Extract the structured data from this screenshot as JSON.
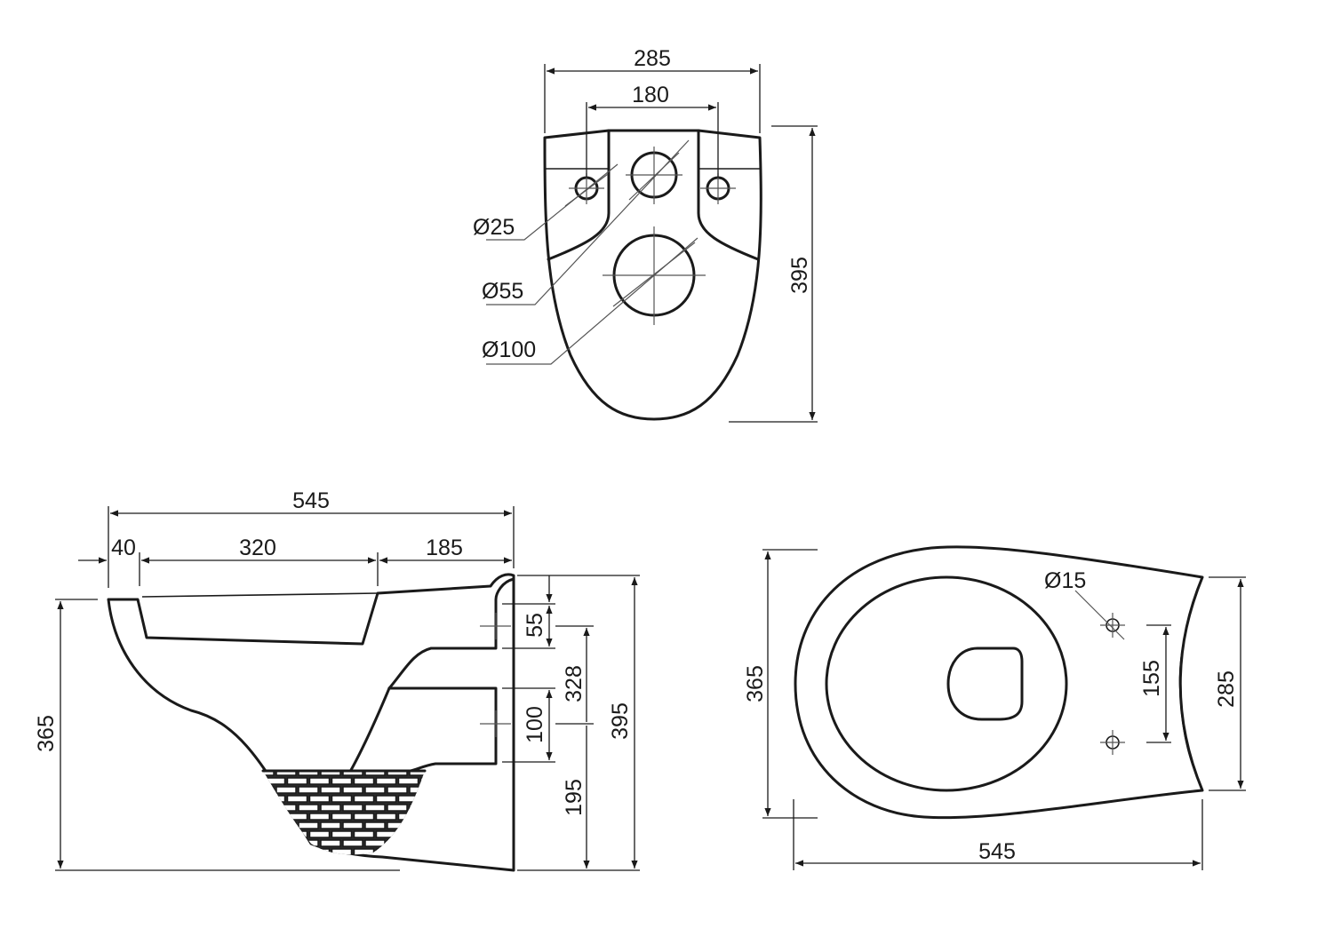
{
  "front_view": {
    "width_overall": "285",
    "fixing_spacing": "180",
    "height": "395",
    "fixing_hole_dia": "Ø25",
    "inlet_dia": "Ø55",
    "outlet_dia": "Ø100"
  },
  "side_view": {
    "length_overall": "545",
    "seg_left": "40",
    "seg_mid": "320",
    "seg_right": "185",
    "height_left": "365",
    "height_right": "395",
    "inlet_height": "55",
    "outlet_height": "100",
    "outlet_center_height": "328",
    "floor_to_outlet": "195"
  },
  "top_view": {
    "length": "545",
    "width_overall": "365",
    "rear_width": "285",
    "hole_spacing": "155",
    "hole_dia": "Ø15"
  }
}
